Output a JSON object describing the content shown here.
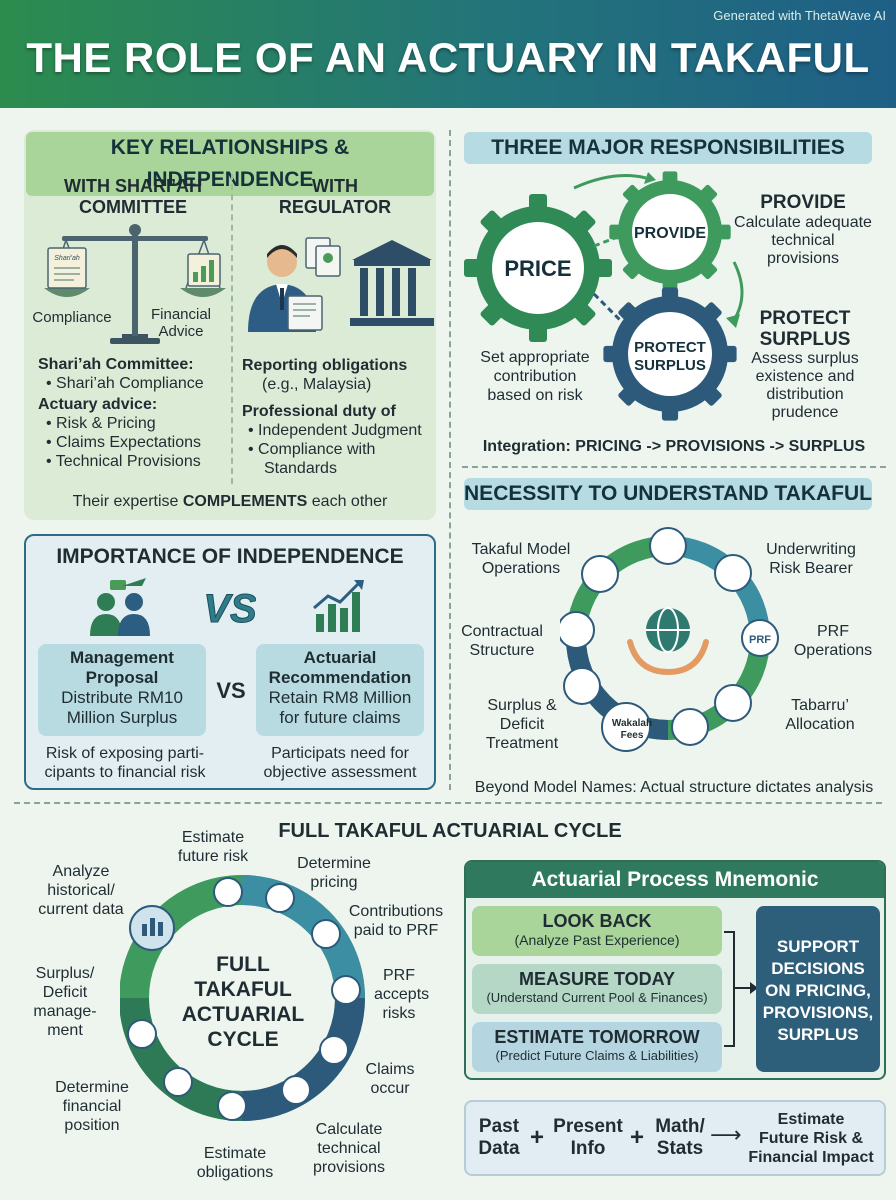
{
  "header": {
    "credit": "Generated with ThetaWave AI",
    "title": "THE ROLE OF AN ACTUARY IN TAKAFUL"
  },
  "key_relationships": {
    "title": "KEY RELATIONSHIPS & INDEPENDENCE",
    "shariah": {
      "heading_line1": "WITH SHARI’AH",
      "heading_line2": "COMMITTEE",
      "doc_label": "Shari'ah",
      "label_compliance": "Compliance",
      "label_advice_line1": "Financial",
      "label_advice_line2": "Advice",
      "committee_title": "Shari’ah Committee:",
      "committee_items": [
        "• Shari’ah Compliance"
      ],
      "advice_title": "Actuary advice:",
      "advice_items": [
        "• Risk & Pricing",
        "• Claims Expectations",
        "• Technical Provisions"
      ]
    },
    "regulator": {
      "heading_line1": "WITH",
      "heading_line2": "REGULATOR",
      "reporting_title": "Reporting obligations",
      "reporting_sub": "(e.g., Malaysia)",
      "duty_title": "Professional duty of",
      "duty_items": [
        "• Independent Judgment",
        "• Compliance with",
        "Standards"
      ]
    },
    "footer_pre": "Their expertise ",
    "footer_bold": "COMPLEMENTS",
    "footer_post": " each other"
  },
  "independence": {
    "title": "IMPORTANCE OF INDEPENDENCE",
    "vs_graphic": "VS",
    "vs_text": "VS",
    "management": {
      "title_line1": "Management",
      "title_line2": "Proposal",
      "desc_line1": "Distribute RM10",
      "desc_line2": "Million Surplus",
      "note_line1": "Risk of exposing parti-",
      "note_line2": "cipants to financial risk"
    },
    "actuarial": {
      "title_line1": "Actuarial",
      "title_line2": "Recommendation",
      "desc_line1": "Retain RM8 Million",
      "desc_line2": "for future claims",
      "note_line1": "Participats need for",
      "note_line2": "objective assessment"
    }
  },
  "responsibilities": {
    "title": "THREE MAJOR RESPONSIBILITIES",
    "gear_price": "PRICE",
    "gear_provide": "PROVIDE",
    "gear_protect_line1": "PROTECT",
    "gear_protect_line2": "SURPLUS",
    "provide_title": "PROVIDE",
    "provide_desc": [
      "Calculate adequate",
      "technical",
      "provisions"
    ],
    "protect_title_line1": "PROTECT",
    "protect_title_line2": "SURPLUS",
    "protect_desc": [
      "Assess surplus",
      "existence and",
      "distribution",
      "prudence"
    ],
    "price_desc": [
      "Set appropriate",
      "contribution",
      "based on risk"
    ],
    "integration": "Integration: PRICING -> PROVISIONS -> SURPLUS"
  },
  "necessity": {
    "title": "NECESSITY TO UNDERSTAND TAKAFUL",
    "items": {
      "takaful_model": [
        "Takaful Model",
        "Operations"
      ],
      "underwriting": [
        "Underwriting",
        "Risk Bearer"
      ],
      "contractual": [
        "Contractual",
        "Structure"
      ],
      "prf_ops": [
        "PRF",
        "Operations"
      ],
      "surplus_deficit": [
        "Surplus &",
        "Deficit",
        "Treatment"
      ],
      "tabarru": [
        "Tabarru’",
        "Allocation"
      ],
      "wakalah": [
        "Wakalah",
        "Fees"
      ]
    },
    "prf_icon_label": "PRF",
    "footer": "Beyond Model Names: Actual structure dictates analysis"
  },
  "cycle": {
    "title": "FULL TAKAFUL ACTUARIAL CYCLE",
    "center": [
      "FULL",
      "TAKAFUL",
      "ACTUARIAL",
      "CYCLE"
    ],
    "steps": {
      "estimate_risk": [
        "Estimate",
        "future risk"
      ],
      "determine_pricing": [
        "Determine",
        "pricing"
      ],
      "contributions": [
        "Contributions",
        "paid to PRF"
      ],
      "prf_accepts": [
        "PRF",
        "accepts",
        "risks"
      ],
      "claims": [
        "Claims",
        "occur"
      ],
      "calc_provisions": [
        "Calculate",
        "technical",
        "provisions"
      ],
      "estimate_obligations": [
        "Estimate",
        "obligations"
      ],
      "financial_position": [
        "Determine",
        "financial",
        "position"
      ],
      "surplus_mgmt": [
        "Surplus/",
        "Deficit",
        "manage-",
        "ment"
      ],
      "analyze_data": [
        "Analyze",
        "historical/",
        "current data"
      ]
    }
  },
  "mnemonic": {
    "title": "Actuarial Process Mnemonic",
    "look_back": "LOOK BACK",
    "look_back_sub": "(Analyze Past Experience)",
    "measure_today": "MEASURE TODAY",
    "measure_today_sub": "(Understand Current Pool & Finances)",
    "estimate_tomorrow": "ESTIMATE TOMORROW",
    "estimate_tomorrow_sub": "(Predict Future Claims & Liabilities)",
    "support": [
      "SUPPORT",
      "DECISIONS",
      "ON PRICING,",
      "PROVISIONS,",
      "SURPLUS"
    ]
  },
  "formula": {
    "past": [
      "Past",
      "Data"
    ],
    "plus1": "+",
    "present": [
      "Present",
      "Info"
    ],
    "plus2": "+",
    "math": [
      "Math/",
      "Stats"
    ],
    "arrow": "⟶",
    "result": [
      "Estimate",
      "Future Risk &",
      "Financial Impact"
    ]
  }
}
